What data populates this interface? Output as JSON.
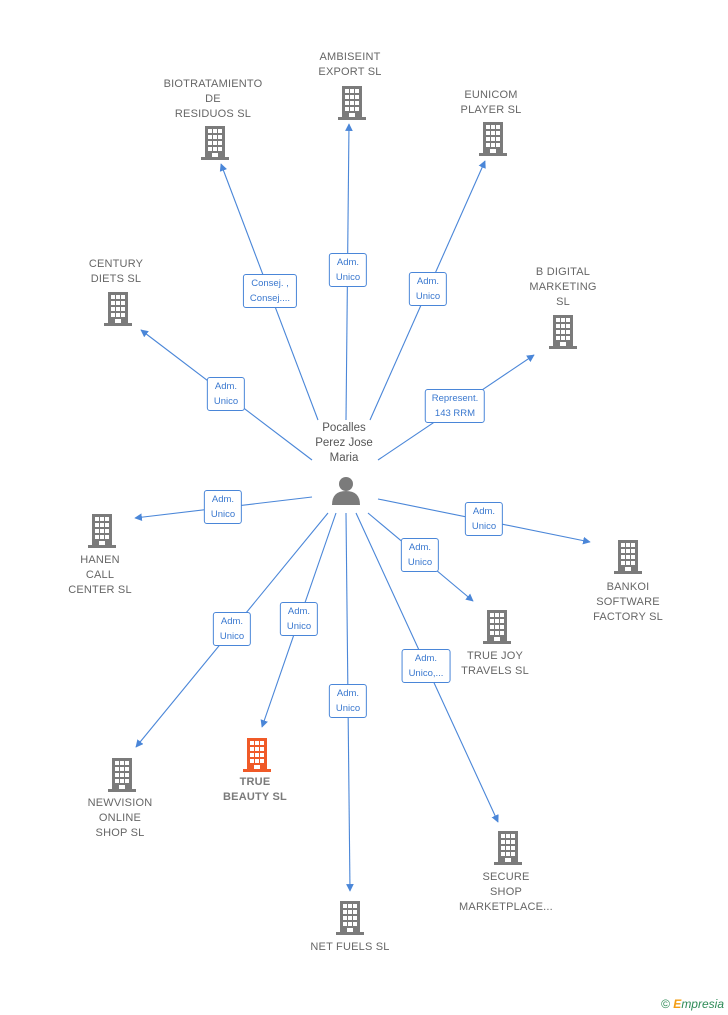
{
  "colors": {
    "edge": "#4a86d8",
    "building": "#7b7b7b",
    "highlight": "#f05a28",
    "person": "#7b7b7b"
  },
  "center": {
    "name": "Pocalles\nPerez Jose\nMaria",
    "icon": "person-icon"
  },
  "companies": [
    {
      "id": "ambiseint",
      "name": "AMBISEINT\nEXPORT  SL",
      "icon": "building-icon"
    },
    {
      "id": "biotratamiento",
      "name": "BIOTRATAMIENTO\nDE\nRESIDUOS  SL",
      "icon": "building-icon"
    },
    {
      "id": "eunicom",
      "name": "EUNICOM\nPLAYER  SL",
      "icon": "building-icon"
    },
    {
      "id": "century",
      "name": "CENTURY\nDIETS  SL",
      "icon": "building-icon"
    },
    {
      "id": "bdigital",
      "name": "B DIGITAL\nMARKETING\nSL",
      "icon": "building-icon"
    },
    {
      "id": "hanen",
      "name": "HANEN\nCALL\nCENTER  SL",
      "icon": "building-icon"
    },
    {
      "id": "bankoi",
      "name": "BANKOI\nSOFTWARE\nFACTORY  SL",
      "icon": "building-icon"
    },
    {
      "id": "truejoy",
      "name": "TRUE JOY\nTRAVELS  SL",
      "icon": "building-icon"
    },
    {
      "id": "truebeauty",
      "name": "TRUE\nBEAUTY  SL",
      "icon": "building-icon",
      "highlight": true
    },
    {
      "id": "newvision",
      "name": "NEWVISION\nONLINE\nSHOP  SL",
      "icon": "building-icon"
    },
    {
      "id": "secure",
      "name": "SECURE\nSHOP\nMARKETPLACE...",
      "icon": "building-icon"
    },
    {
      "id": "netfuels",
      "name": "NET FUELS SL",
      "icon": "building-icon"
    }
  ],
  "edges": [
    {
      "to": "ambiseint",
      "label": "Adm.\nUnico"
    },
    {
      "to": "biotratamiento",
      "label": "Consej. ,\nConsej...."
    },
    {
      "to": "eunicom",
      "label": "Adm.\nUnico"
    },
    {
      "to": "century",
      "label": "Adm.\nUnico"
    },
    {
      "to": "bdigital",
      "label": "Represent.\n143 RRM"
    },
    {
      "to": "hanen",
      "label": "Adm.\nUnico"
    },
    {
      "to": "bankoi",
      "label": "Adm.\nUnico"
    },
    {
      "to": "truejoy",
      "label": "Adm.\nUnico"
    },
    {
      "to": "truebeauty",
      "label": "Adm.\nUnico"
    },
    {
      "to": "newvision",
      "label": "Adm.\nUnico"
    },
    {
      "to": "secure",
      "label": "Adm.\nUnico,..."
    },
    {
      "to": "netfuels",
      "label": "Adm.\nUnico"
    }
  ],
  "footer": {
    "copyright": "©",
    "brand_e": "E",
    "brand_rest": "mpresia"
  }
}
